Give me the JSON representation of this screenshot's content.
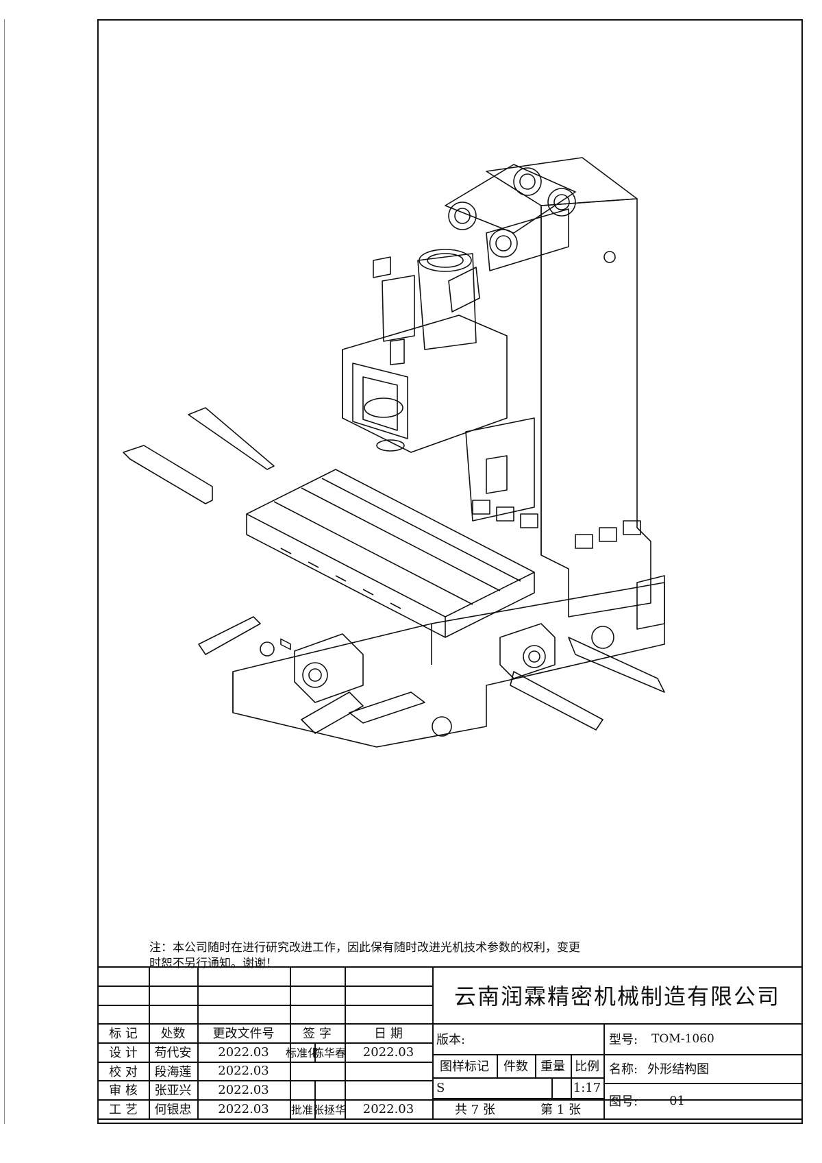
{
  "note": {
    "line1": "注：本公司随时在进行研究改进工作，因此保有随时改进光机技术参数的权利，变更",
    "line2": "时恕不另行通知。谢谢！"
  },
  "title_block": {
    "company": "云南润霖精密机械制造有限公司",
    "revision_headers": [
      "标 记",
      "处数",
      "更改文件号",
      "签 字",
      "日 期"
    ],
    "version_label": "版本:",
    "model_label": "型号:",
    "model_value": "TOM-1060",
    "name_label": "名称:",
    "name_value": "外形结构图",
    "drawing_no_label": "图号:",
    "drawing_no_value": "01",
    "mark_label": "图样标记",
    "qty_label": "件数",
    "weight_label": "重量",
    "scale_label": "比例",
    "mark_value": "S",
    "scale_value": "1:17",
    "total_sheets": "共 7 张",
    "sheet_no": "第 1 张",
    "rows": [
      {
        "role": "设 计",
        "name": "苟代安",
        "date": "2022.03",
        "role2": "标准化",
        "name2": "陈华春",
        "date2": "2022.03"
      },
      {
        "role": "校 对",
        "name": "段海莲",
        "date": "2022.03"
      },
      {
        "role": "审 核",
        "name": "张亚兴",
        "date": "2022.03"
      },
      {
        "role": "工 艺",
        "name": "何银忠",
        "date": "2022.03",
        "role2": "批准",
        "name2": "张拯华",
        "date2": "2022.03"
      }
    ]
  }
}
